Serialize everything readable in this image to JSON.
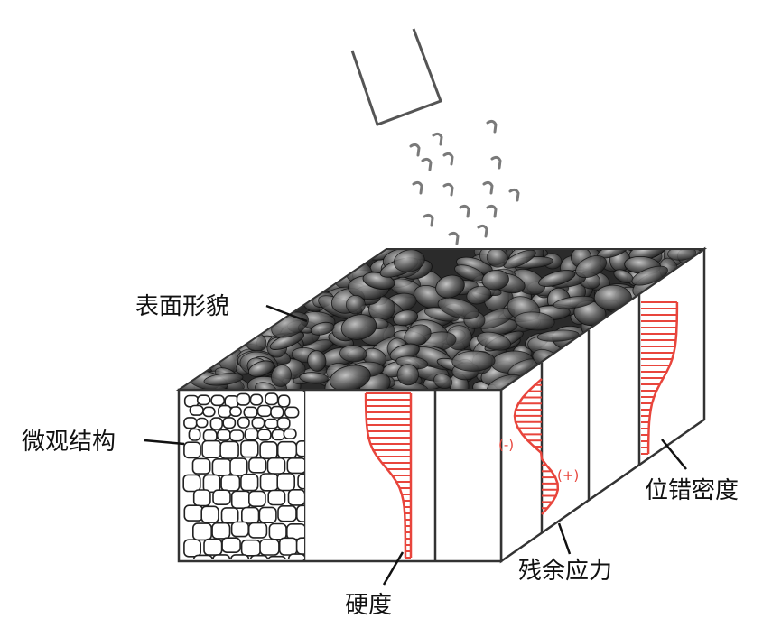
{
  "labels": {
    "surface": "表面形貌",
    "microstructure": "微观结构",
    "hardness": "硬度",
    "residual_stress": "残余应力",
    "dislocation": "位错密度",
    "minus": "(-)",
    "plus": "(+)"
  },
  "colors": {
    "profile_red": "#e8453c",
    "outline": "#333333",
    "surface_dark": "#2b2b2b"
  }
}
